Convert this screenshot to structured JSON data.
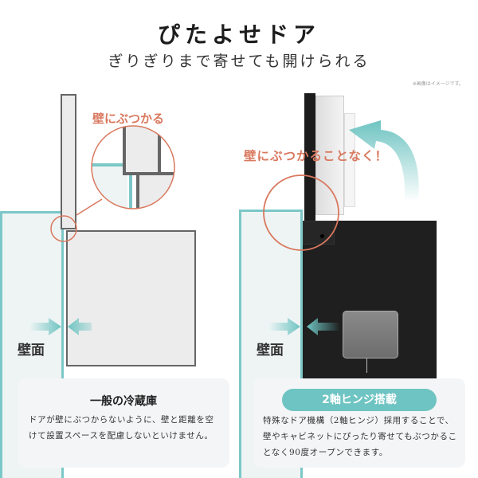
{
  "header": {
    "title": "ぴたよせドア",
    "subtitle": "ぎりぎりまで寄せても開けられる",
    "image_note": "※画像はイメージです。"
  },
  "left_panel": {
    "callout": "壁にぶつかる",
    "wall_label": "壁面",
    "card": {
      "title": "一般の冷蔵庫",
      "text": "ドアが壁にぶつからないように、壁と距離を空けて設置スペースを配慮しないといけません。"
    }
  },
  "right_panel": {
    "callout": "壁にぶつかることなく！",
    "wall_label": "壁面",
    "card": {
      "badge": "2軸ヒンジ搭載",
      "text": "特殊なドア機構（2軸ヒンジ）採用することで、壁やキャビネットにぴったり寄せてもぶつかることなく90度オープンできます。"
    }
  },
  "colors": {
    "teal": "#6ec4c2",
    "wall_fill": "#eef4f4",
    "orange": "#d9785e",
    "fridge_black": "#1f1f1f",
    "card_bg": "#f4f5f7"
  }
}
